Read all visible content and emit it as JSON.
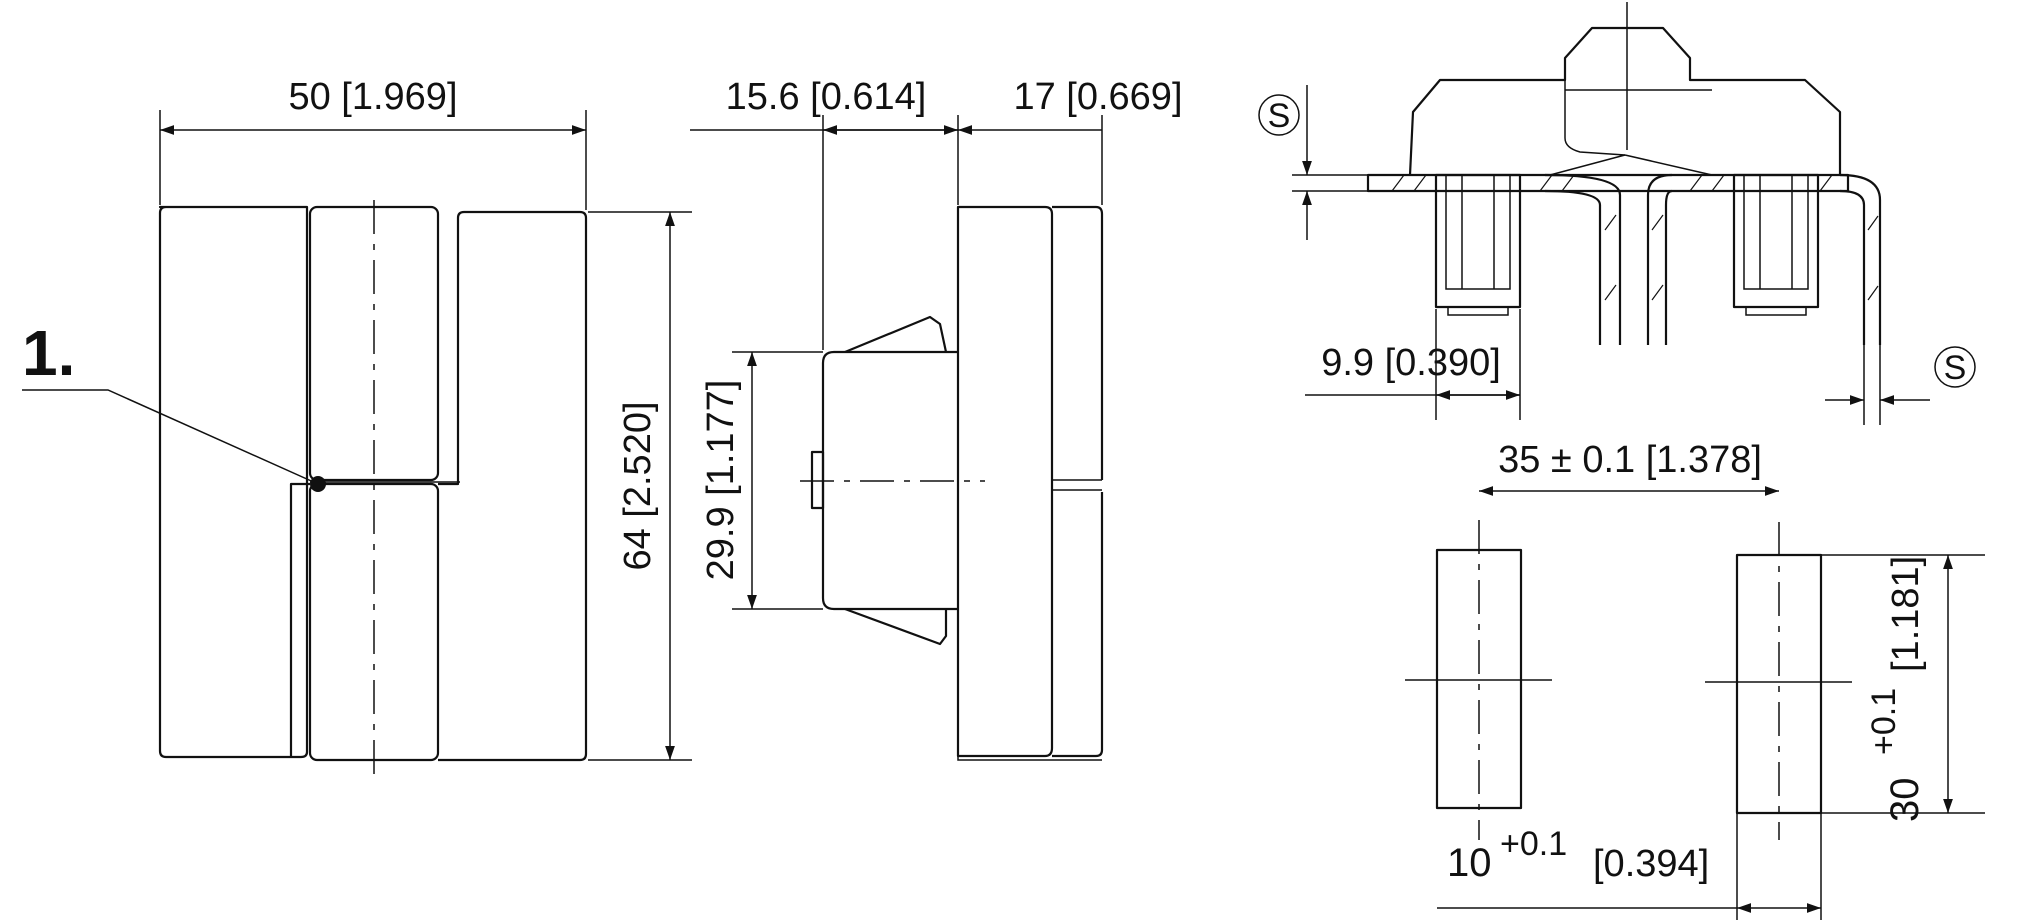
{
  "callout": {
    "number": "1."
  },
  "front_view": {
    "width_dim": "50 [1.969]",
    "height_dim": "64 [2.520]"
  },
  "side_view": {
    "depth_dim": "15.6 [0.614]",
    "body_dim": "17 [0.669]",
    "actuator_dim": "29.9 [1.177]"
  },
  "terminal_view": {
    "thickness_symbol": "S",
    "terminal_dim": "9.9 [0.390]"
  },
  "cutout": {
    "spacing_dim": "35 ± 0.1 [1.378]",
    "height_value": "30",
    "height_tol": "+0.1",
    "height_inch": "[1.181]",
    "width_value": "10",
    "width_tol": "+0.1",
    "width_inch": "[0.394]"
  }
}
